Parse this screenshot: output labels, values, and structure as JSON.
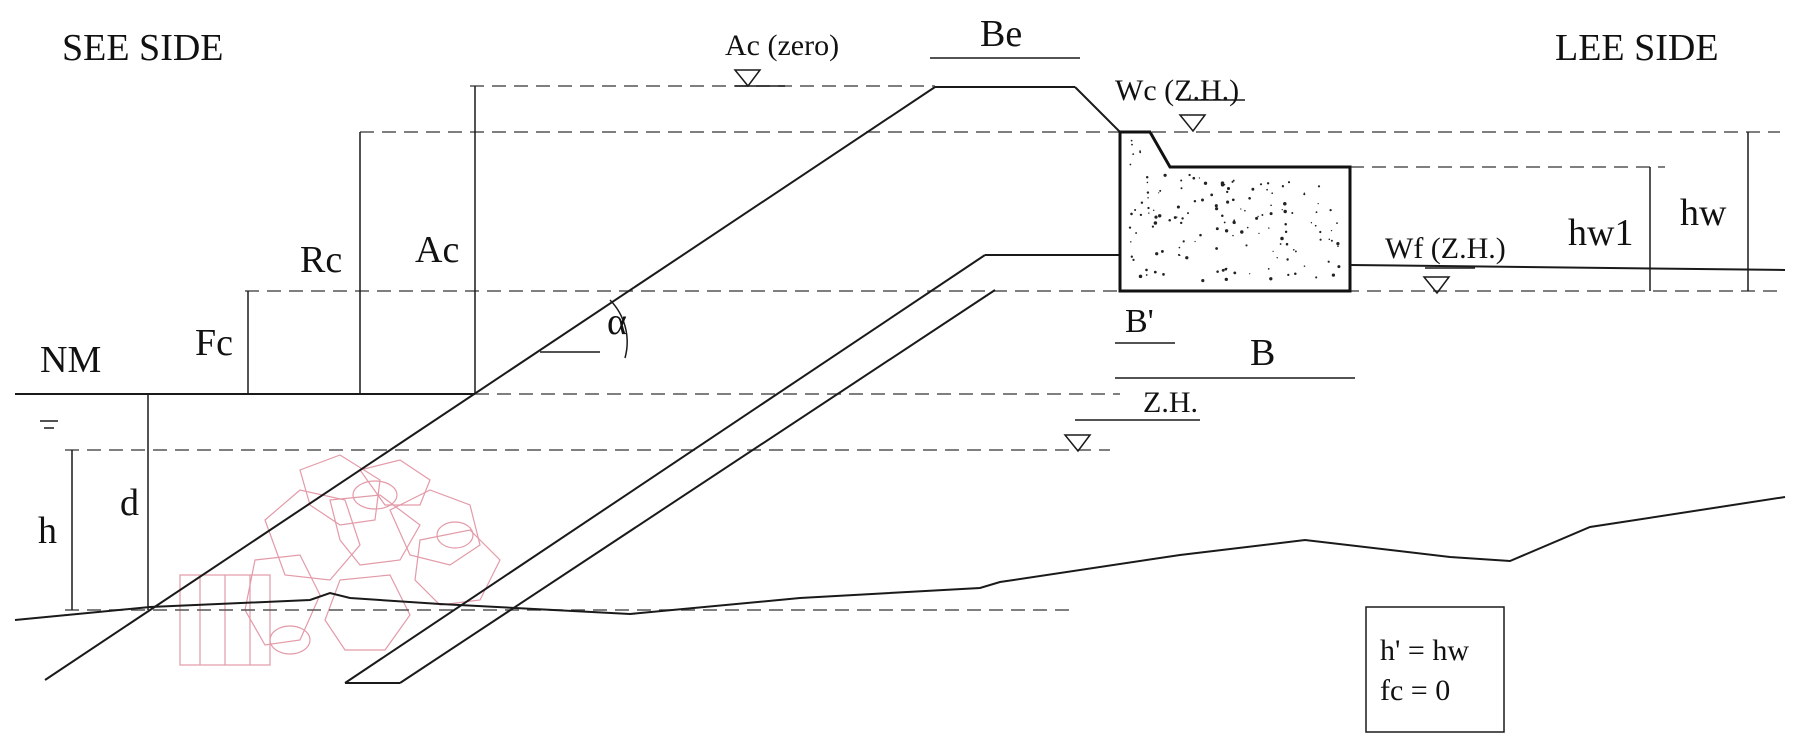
{
  "labels": {
    "see_side": "SEE SIDE",
    "lee_side": "LEE SIDE",
    "ac_zero": "Ac (zero)",
    "be": "Be",
    "wc": "Wc (Z.H.)",
    "rc": "Rc",
    "ac": "Ac",
    "fc": "Fc",
    "nm": "NM",
    "alpha": "α",
    "b_prime": "B'",
    "b": "B",
    "zh": "Z.H.",
    "wf": "Wf (Z.H.)",
    "hw1": "hw1",
    "hw": "hw",
    "h": "h",
    "d": "d"
  },
  "legend": {
    "line1": "h' = hw",
    "line2": "fc = 0"
  }
}
